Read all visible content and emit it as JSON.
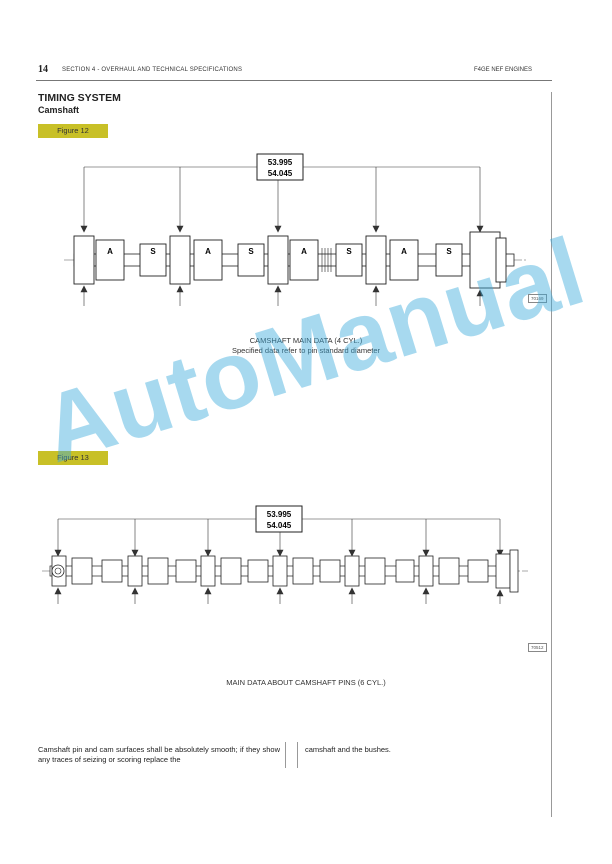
{
  "header": {
    "page_number": "14",
    "section": "SECTION 4 - OVERHAUL AND TECHNICAL SPECIFICATIONS",
    "engine": "F4GE NEF ENGINES"
  },
  "title": "TIMING SYSTEM",
  "subtitle": "Camshaft",
  "figure12": {
    "label": "Figure 12",
    "dimension_min": "53.995",
    "dimension_max": "54.045",
    "lobe_labels": [
      "A",
      "S",
      "A",
      "S",
      "A",
      "S",
      "A",
      "S"
    ],
    "ref": "70169",
    "caption_line1": "CAMSHAFT MAIN DATA (4 CYL.)",
    "caption_line2": "Specified data refer to pin standard diameter"
  },
  "figure13": {
    "label": "Figure 13",
    "dimension_min": "53.995",
    "dimension_max": "54.045",
    "ref": "70512",
    "caption": "MAIN DATA ABOUT CAMSHAFT PINS (6 CYL.)"
  },
  "body": {
    "left_column": "Camshaft pin and cam surfaces shall be absolutely smooth; if they show any traces of seizing or scoring replace the",
    "right_column": "camshaft and the bushes."
  },
  "watermark": "AutoManual"
}
